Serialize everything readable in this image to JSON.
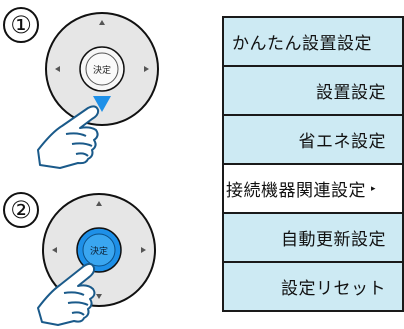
{
  "steps": [
    {
      "number": "①",
      "center_button_label": "決定",
      "state": "down-arrow-pressed"
    },
    {
      "number": "②",
      "center_button_label": "決定",
      "state": "center-pressed"
    }
  ],
  "menu": {
    "items": [
      {
        "label": "かんたん設置設定"
      },
      {
        "label": "設置設定"
      },
      {
        "label": "省エネ設定"
      },
      {
        "label": "接続機器関連設定",
        "submenu_arrow": "▸"
      },
      {
        "label": "自動更新設定"
      },
      {
        "label": "設定リセット"
      }
    ]
  },
  "colors": {
    "menu_bg": "#cdeaf3",
    "menu_selected_bg": "#ffffff",
    "highlight_blue": "#1e90e8",
    "pad_gray": "#e6e6e6"
  },
  "icons": [
    "step-1-number",
    "step-2-number",
    "remote-dpad-icon",
    "pointing-hand-icon",
    "down-arrow-icon",
    "submenu-arrow-icon"
  ]
}
